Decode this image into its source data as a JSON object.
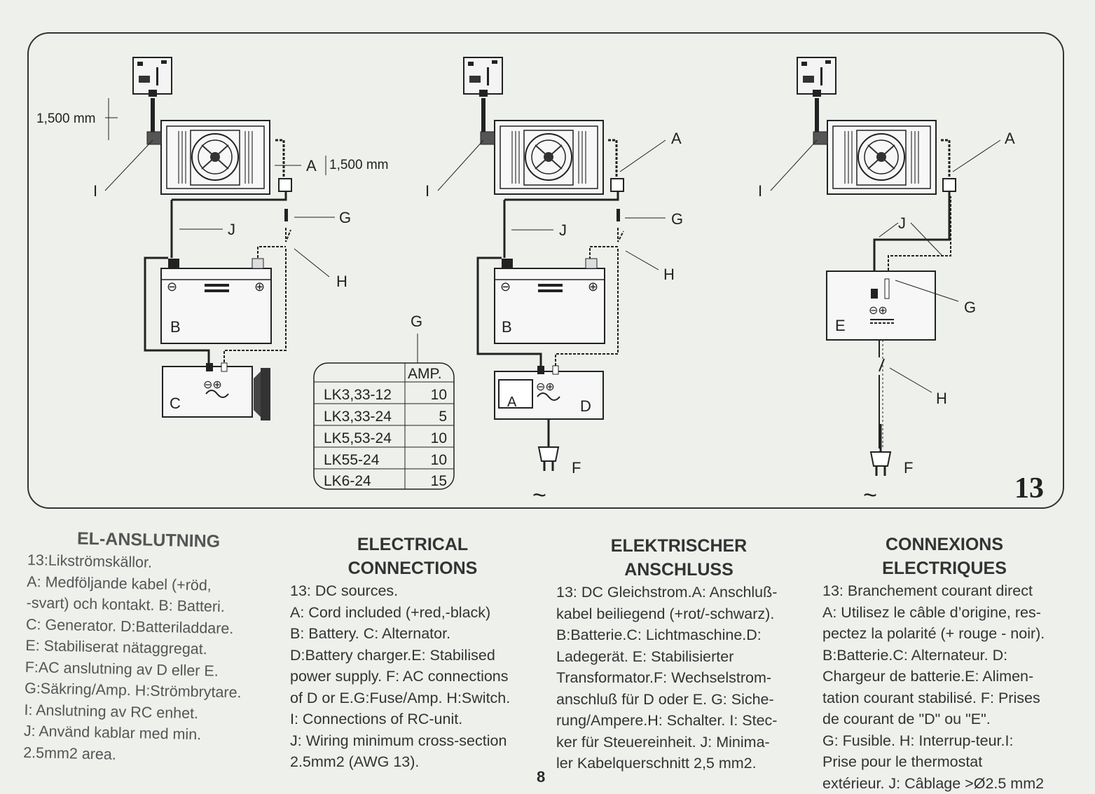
{
  "figure": {
    "number": "13",
    "dimension_1": "1,500 mm",
    "dimension_2": "1,500 mm",
    "labels": {
      "A": "A",
      "B": "B",
      "C": "C",
      "D": "D",
      "E": "E",
      "F": "F",
      "G": "G",
      "H": "H",
      "I": "I",
      "J": "J"
    },
    "ac_symbol": "~",
    "battery_minus": "⊖",
    "battery_plus": "⊕",
    "ammeter": "A",
    "fuse_table": {
      "header_label": "G",
      "column_header": "AMP.",
      "rows": [
        {
          "model": "LK3,33-12",
          "amp": "10"
        },
        {
          "model": "LK3,33-24",
          "amp": "5"
        },
        {
          "model": "LK5,53-24",
          "amp": "10"
        },
        {
          "model": "LK55-24",
          "amp": "10"
        },
        {
          "model": "LK6-24",
          "amp": "15"
        }
      ]
    }
  },
  "sections": {
    "swedish": {
      "title": "EL-ANSLUTNING",
      "lines": [
        "13:Likströmskällor.",
        "A: Medföljande kabel (+röd,",
        "-svart) och kontakt.  B: Batteri.",
        "C: Generator. D:Batteriladdare.",
        "E: Stabiliserat nätaggregat.",
        "F:AC anslutning av D eller E.",
        "G:Säkring/Amp. H:Strömbrytare.",
        "I: Anslutning av RC enhet.",
        "J: Använd kablar med min.",
        "2.5mm2 area."
      ]
    },
    "english": {
      "title_1": "ELECTRICAL",
      "title_2": "CONNECTIONS",
      "lines": [
        "13: DC sources.",
        "A: Cord included (+red,-black)",
        "B: Battery. C: Alternator.",
        "D:Battery charger.E: Stabilised",
        "power supply. F: AC connections",
        "of D or E.G:Fuse/Amp. H:Switch.",
        "I: Connections of RC-unit.",
        "J: Wiring minimum cross-section",
        "2.5mm2 (AWG 13)."
      ]
    },
    "german": {
      "title_1": "ELEKTRISCHER",
      "title_2": "ANSCHLUSS",
      "lines": [
        "13: DC Gleichstrom.A: Anschluß-",
        "kabel beiliegend (+rot/-schwarz).",
        "B:Batterie.C: Lichtmaschine.D:",
        "Ladegerät. E: Stabilisierter",
        "Transformator.F: Wechselstrom-",
        "anschluß für D oder E. G: Siche-",
        "rung/Ampere.H: Schalter. I: Stec-",
        "ker für Steuereinheit. J: Minima-",
        "ler Kabelquerschnitt 2,5 mm2."
      ]
    },
    "french": {
      "title_1": "CONNEXIONS",
      "title_2": "ELECTRIQUES",
      "lines": [
        "13: Branchement courant direct",
        "A: Utilisez le câble d’origine, res-",
        "pectez la polarité (+ rouge - noir).",
        "B:Batterie.C: Alternateur. D:",
        "Chargeur de batterie.E: Alimen-",
        "tation courant stabilisé. F: Prises",
        "de courant de \"D\" ou \"E\".",
        "G: Fusible. H: Interrup-teur.I:",
        "Prise pour le thermostat",
        "extérieur. J: Câblage >Ø2.5 mm2"
      ]
    }
  },
  "page_number": "8"
}
